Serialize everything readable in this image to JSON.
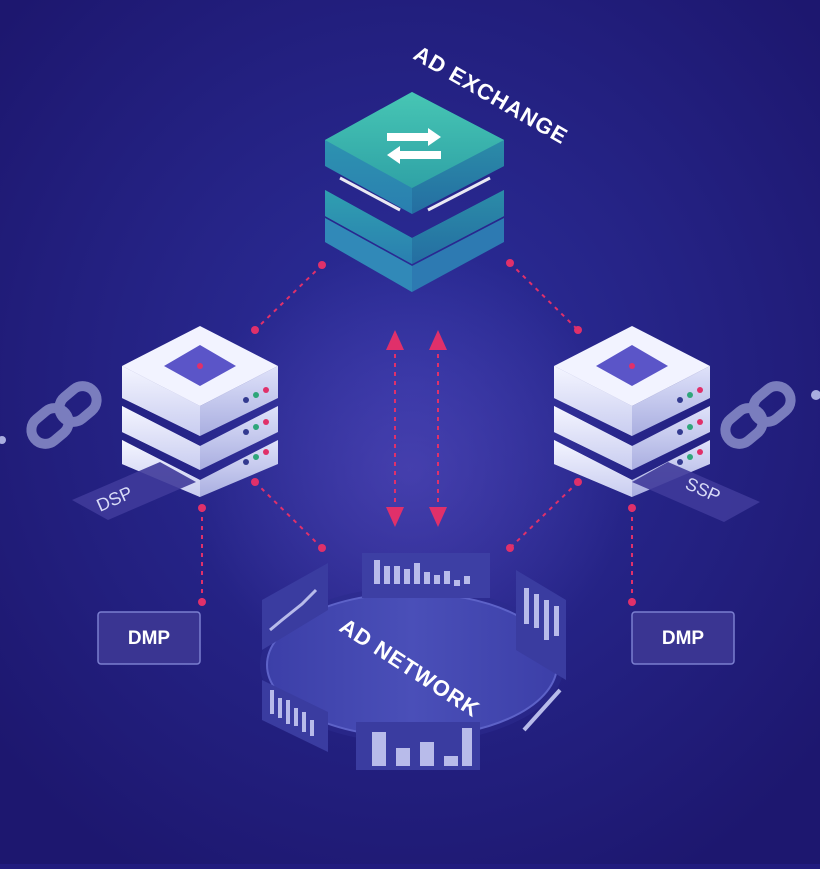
{
  "labels": {
    "ad_exchange": "AD EXCHANGE",
    "dsp": "DSP",
    "ssp": "SSP",
    "dmp_left": "DMP",
    "dmp_right": "DMP",
    "ad_network": "AD NETWORK"
  },
  "icons": {
    "exchange": "swap-arrows-icon",
    "link": "chain-link-icon",
    "server": "server-stack-icon"
  },
  "colors": {
    "background": "#221c7e",
    "exchange_top": "#3fb6ad",
    "exchange_side": "#2a8fa8",
    "server_face": "#e8ebfa",
    "server_shade": "#b9bde8",
    "connector": "#e0306a",
    "accent_red": "#e0306a",
    "label_box": "#3f3a9a",
    "network_ring": "#3b40a6"
  }
}
